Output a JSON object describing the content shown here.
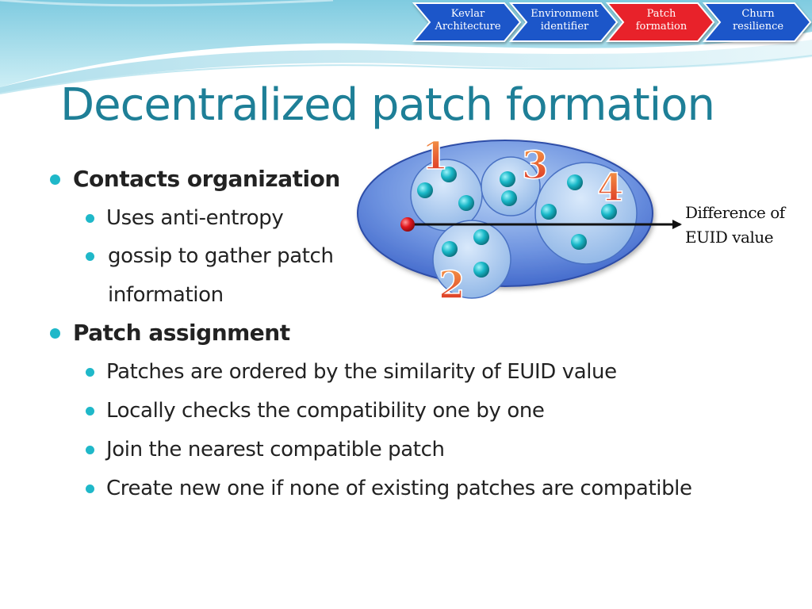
{
  "nav": {
    "items": [
      {
        "label": "Kevlar\nArchitecture",
        "color": "#1a56c9",
        "active": false
      },
      {
        "label": "Environment\nidentifier",
        "color": "#1a56c9",
        "active": false
      },
      {
        "label": "Patch\nformation",
        "color": "#e8202a",
        "active": true
      },
      {
        "label": "Churn\nresilience",
        "color": "#1a56c9",
        "active": false
      }
    ]
  },
  "title": "Decentralized patch formation",
  "bullets": {
    "contacts": {
      "heading": "Contacts organization",
      "sub_line1": "Uses anti-entropy",
      "sub_line2": "gossip to gather patch",
      "sub_line3": "information"
    },
    "assignment": {
      "heading": "Patch assignment",
      "items": [
        "Patches are ordered by the similarity of EUID value",
        "Locally checks the compatibility one by one",
        "Join the nearest compatible patch",
        "Create new one if none of existing patches are compatible"
      ]
    }
  },
  "diagram": {
    "axis_label": "Difference of\nEUID value",
    "patch_numbers": [
      "1",
      "2",
      "3",
      "4"
    ],
    "colors": {
      "ellipse": "#4a6fd1",
      "patch": "#9cc0e8",
      "node": "#19b8c8",
      "origin_node": "#e0161d",
      "number": "#e8462a"
    }
  },
  "theme": {
    "title_color": "#1e7f97",
    "bullet_color": "#1fb8c9"
  }
}
